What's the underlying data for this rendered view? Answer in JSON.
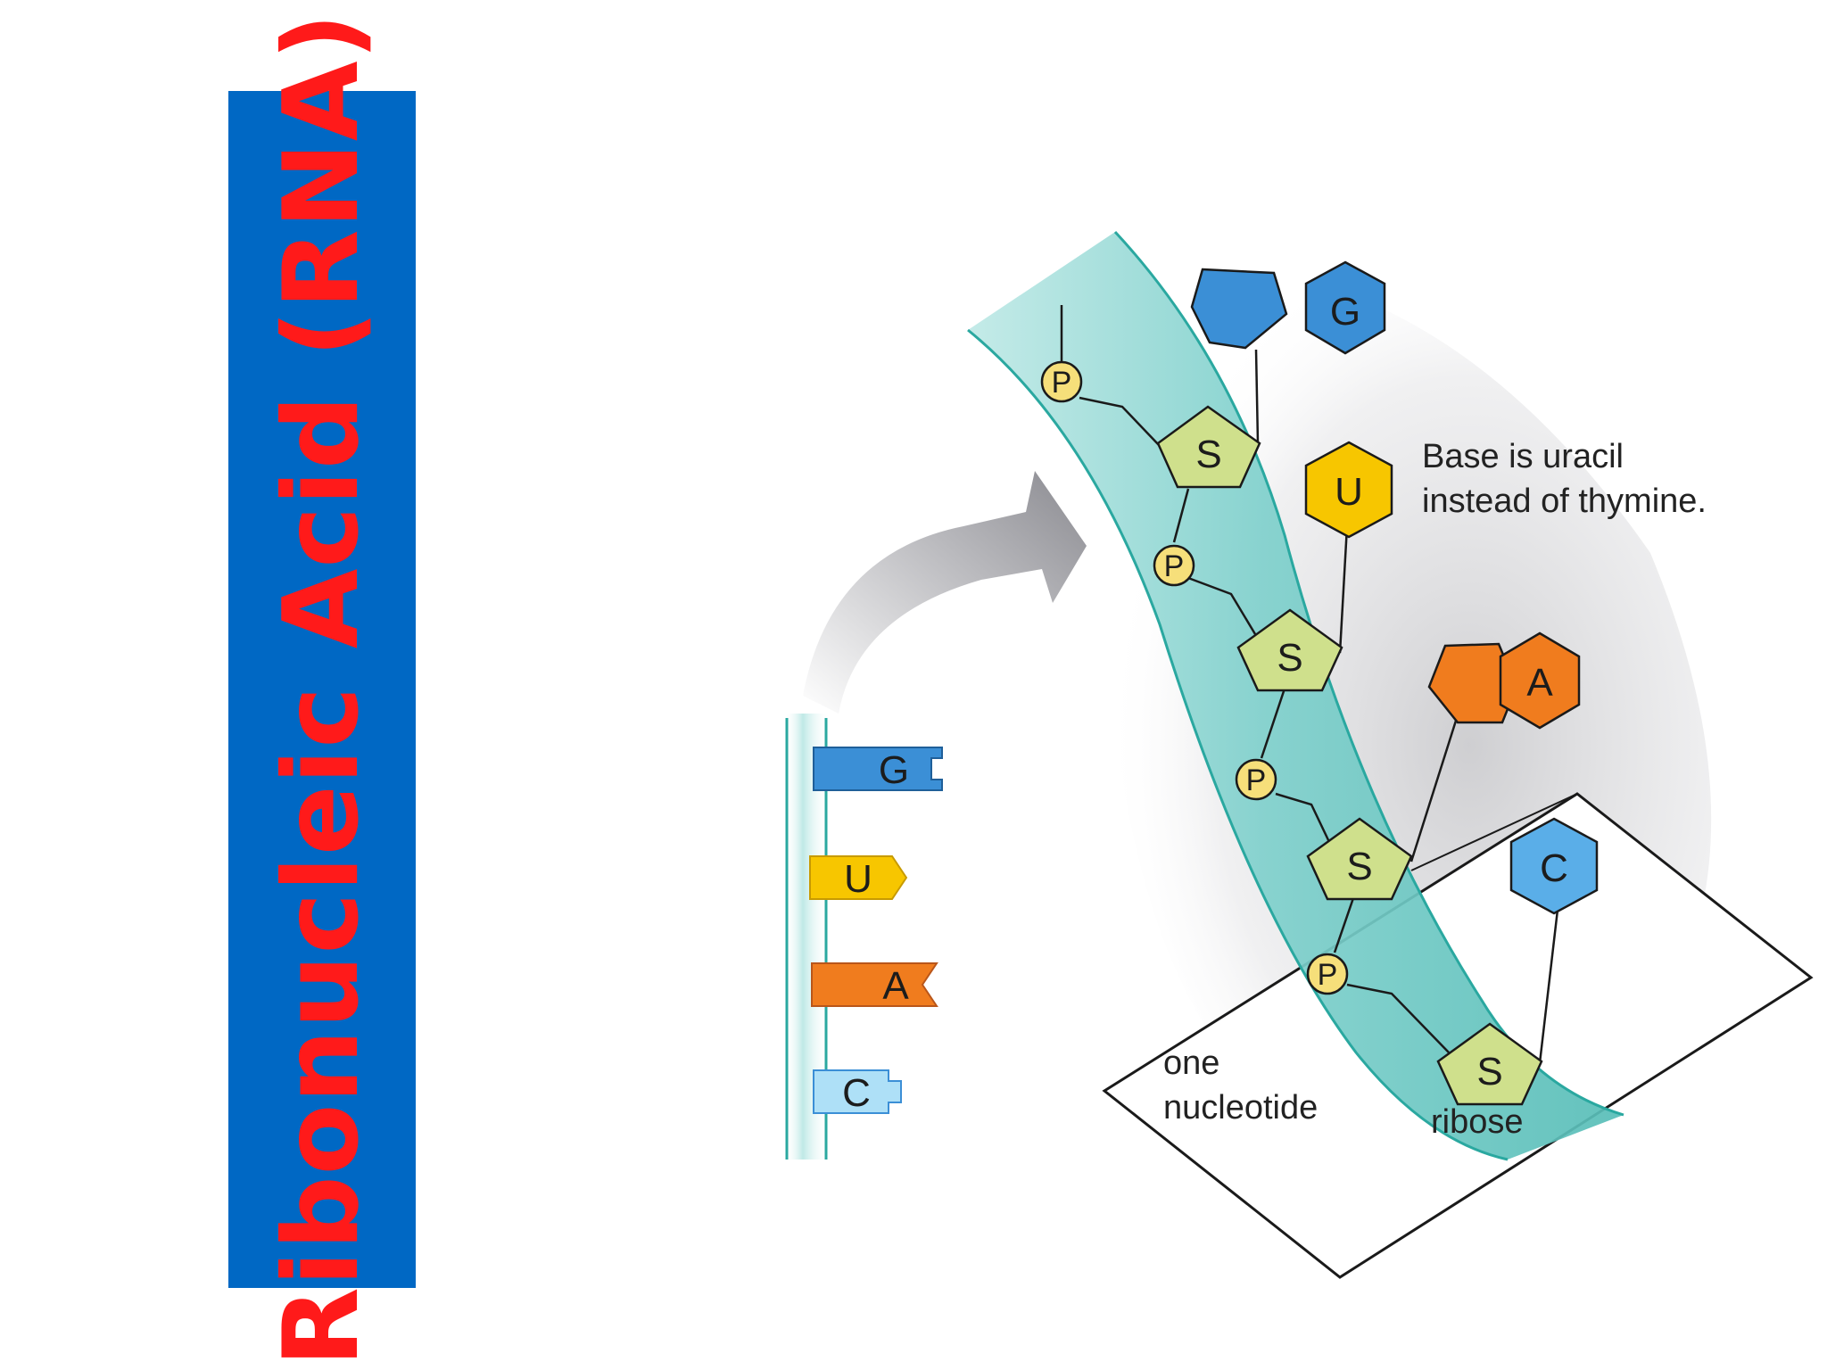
{
  "title": "Ribonucleic Acid (RNA)",
  "colors": {
    "banner": "#0068c4",
    "title_text": "#ff1a1a",
    "strand": "#7fd0cc",
    "strand_edge": "#2aa8a0",
    "sugar": "#cfe08c",
    "phosphate": "#f6df7a",
    "guanine": "#3b8fd6",
    "uracil": "#f7c600",
    "adenine": "#f07c1e",
    "cytosine": "#5aaee8",
    "cytosine_light": "#aee0f7"
  },
  "legend_bases": [
    {
      "label": "G",
      "shape": "notch-square"
    },
    {
      "label": "U",
      "shape": "arrow-point"
    },
    {
      "label": "A",
      "shape": "notch-v"
    },
    {
      "label": "C",
      "shape": "tab"
    }
  ],
  "strand": {
    "phosphate_label": "P",
    "sugar_label": "S",
    "bases": [
      "G",
      "U",
      "A",
      "C"
    ]
  },
  "annotations": {
    "uracil_note_line1": "Base is uracil",
    "uracil_note_line2": "instead of thymine.",
    "nucleotide_line1": "one",
    "nucleotide_line2": "nucleotide",
    "ribose": "ribose"
  }
}
